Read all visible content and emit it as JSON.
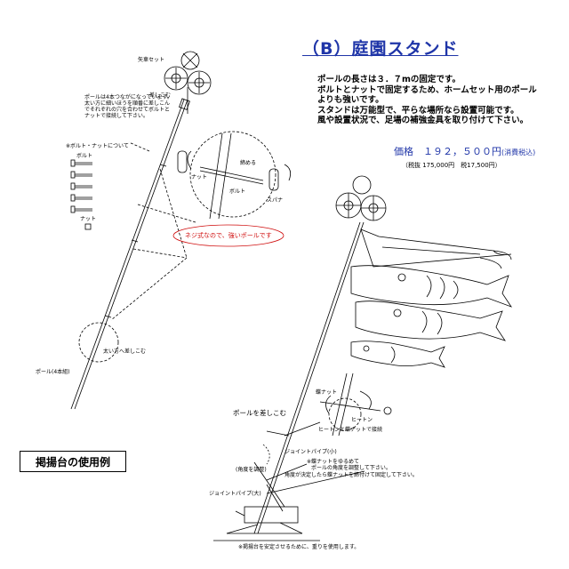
{
  "title": "（B）庭園スタンド",
  "description": [
    "ポールの長さは３．７mの固定です。",
    "ボルトとナットで固定するため、ホームセット用のポール",
    "よりも強いです。",
    "スタンドは万能型で、平らな場所なら設置可能です。",
    "風や設置状況で、足場の補強金具を取り付けて下さい。"
  ],
  "price": {
    "label": "価格　１９２，５００円",
    "tax_note": "(消費税込)",
    "breakdown": "（税抜 175,000円　税17,500円）"
  },
  "left_labels": {
    "yaguruma": "矢車セット",
    "sashikomu": "差しこむ",
    "notice": "ポールは4本つながになっています。太い方に細いほうを順番に差しこんでそれぞれの穴を合わせてボルトとナットで接続して下さい。",
    "bolt_nut_title": "※ボルト・ナットについて",
    "bolt": "ボルト",
    "nut": "ナット",
    "nut_small": "ナット",
    "bolt_small": "ボルト",
    "shimeru": "締める",
    "spanner": "スパナ",
    "red_note": "ネジ式なので、強いポールです",
    "futoi_hou": "太い方へ差しこむ",
    "pole_4": "ポール(4本組)",
    "usage_example": "掲揚台の使用例"
  },
  "right_labels": {
    "chou_nut": "蝶ナット",
    "heaton": "ヒートン",
    "heaton_note": "ヒートンと蝶ナットで接続",
    "pole_insert": "ポールを差しこむ",
    "joint_small": "ジョイントパイプ(小)",
    "angle_adjust": "(角度を調整)",
    "joint_note_1": "※蝶ナットをゆるめて",
    "joint_note_2": "ポールの角度を調整して下さい。",
    "joint_note_3": "角度が決定したら蝶ナットを締付けて固定して下さい。",
    "joint_large": "ジョイントパイプ(大)",
    "base_note": "※掲揚台を安定させるために、重りを使用します。"
  },
  "colors": {
    "title_blue": "#1f35a8",
    "red": "#d01010"
  }
}
